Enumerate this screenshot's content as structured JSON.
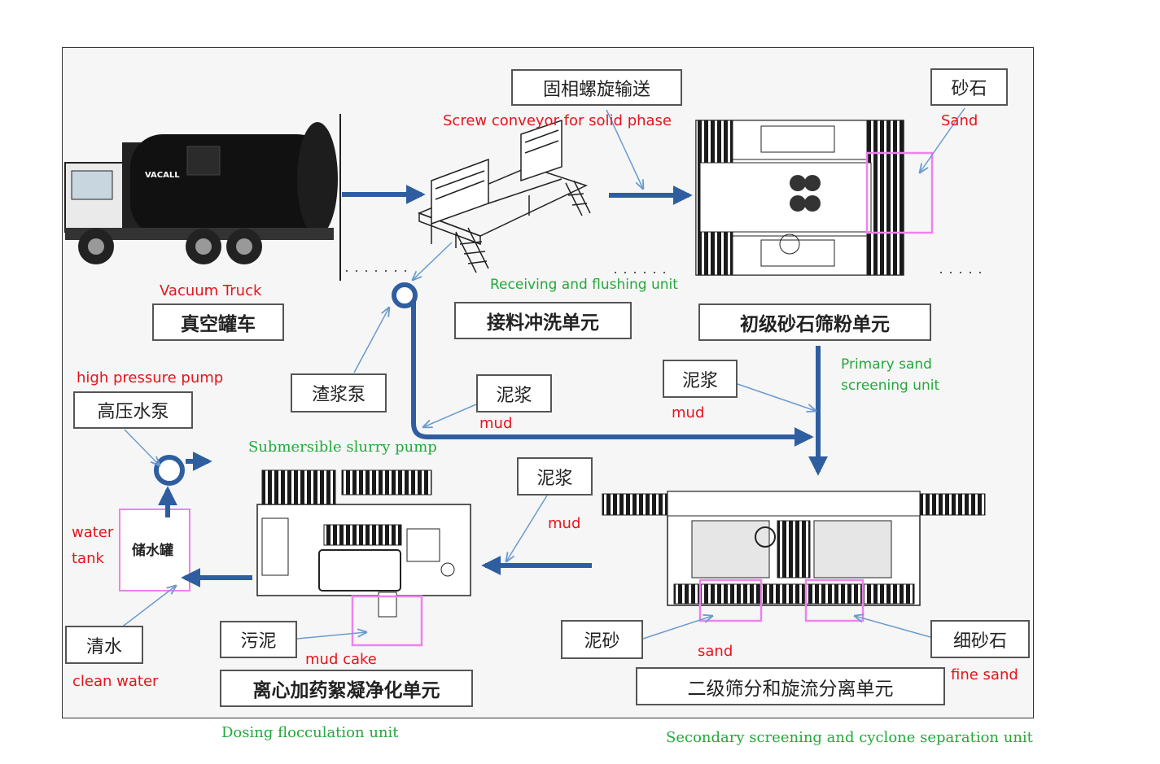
{
  "chart_data": {
    "type": "diagram",
    "nodes": [
      {
        "id": "vacuum_truck",
        "cn": "真空罐车",
        "en": "Vacuum Truck"
      },
      {
        "id": "receiving",
        "cn": "接料冲洗单元",
        "en": "Receiving and flushing unit"
      },
      {
        "id": "primary",
        "cn": "初级砂石筛粉单元",
        "en": "Primary sand screening unit"
      },
      {
        "id": "secondary",
        "cn": "二级筛分和旋流分离单元",
        "en": "Secondary screening and cyclone separation unit"
      },
      {
        "id": "dosing",
        "cn": "离心加药絮凝净化单元",
        "en": "Dosing flocculation unit"
      },
      {
        "id": "water_tank",
        "cn": "储水罐",
        "en": "water tank"
      }
    ],
    "edges": [
      {
        "from": "vacuum_truck",
        "to": "receiving"
      },
      {
        "from": "receiving",
        "to": "primary"
      },
      {
        "from": "receiving",
        "to": "secondary",
        "label": "泥浆 mud"
      },
      {
        "from": "primary",
        "to": "secondary",
        "label": "泥浆 mud"
      },
      {
        "from": "secondary",
        "to": "dosing",
        "label": "泥浆 mud"
      },
      {
        "from": "dosing",
        "to": "water_tank"
      },
      {
        "from": "water_tank",
        "to": "high_pressure_pump"
      }
    ]
  },
  "labels": {
    "screw_cn": "固相螺旋输送",
    "screw_en": "Screw conveyor for solid phase",
    "sand_cn": "砂石",
    "sand_en": "Sand",
    "truck_en": "Vacuum Truck",
    "truck_cn": "真空罐车",
    "receiving_en": "Receiving and flushing unit",
    "receiving_cn": "接料冲洗单元",
    "primary_cn": "初级砂石筛粉单元",
    "primary_en_1": "Primary sand",
    "primary_en_2": "screening unit",
    "hp_pump_en": "high pressure pump",
    "hp_pump_cn": "高压水泵",
    "slag_pump_cn": "渣浆泵",
    "mud_cn_1": "泥浆",
    "mud_en_1": "mud",
    "mud_cn_2": "泥浆",
    "mud_en_2": "mud",
    "sub_pump_en": "Submersible slurry pump",
    "mud_cn_3": "泥浆",
    "mud_en_3": "mud",
    "water_tank_en_1": "water",
    "water_tank_en_2": "tank",
    "water_tank_cn": "储水罐",
    "clean_cn": "清水",
    "clean_en": "clean water",
    "sludge_cn": "污泥",
    "mudcake_en": "mud cake",
    "dosing_cn": "离心加药絮凝净化单元",
    "dosing_en": "Dosing flocculation unit",
    "mudsand_cn": "泥砂",
    "sand2_en": "sand",
    "finesand_cn": "细砂石",
    "finesand_en": "fine sand",
    "secondary_cn": "二级筛分和旋流分离单元",
    "secondary_en": "Secondary screening and cyclone separation unit",
    "truck_brand": "VACALL"
  },
  "colors": {
    "flow_arrow": "#2e5ea0",
    "pointer_line": "#6a9bd0",
    "highlight": "#ee82ee",
    "label_red": "#e8131b",
    "label_green": "#24a83c"
  }
}
